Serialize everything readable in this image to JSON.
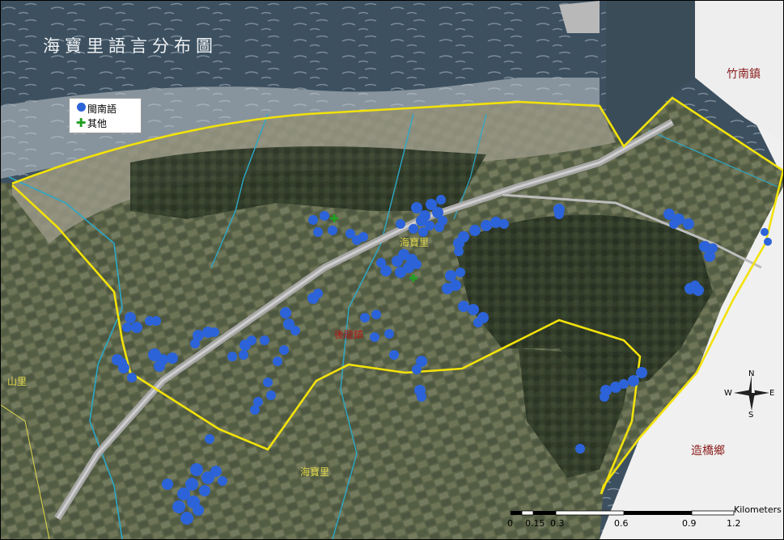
{
  "title": "海寶里語言分布圖",
  "legend": [
    {
      "label": "閩南語",
      "symbol": "blue-dot-icon",
      "color": "#2c63d8"
    },
    {
      "label": "其他",
      "symbol": "green-plus-icon",
      "color": "#22a022"
    }
  ],
  "places": {
    "zhunan": "竹南鎮",
    "zaoqiao": "造橋鄉",
    "haibao_li": "海寶里",
    "haibao_li_south": "海寶里",
    "houlong_town": "後龍鎮",
    "shan_li": "山里"
  },
  "scale": {
    "unit": "Kilometers",
    "ticks": [
      "0",
      "0.15",
      "0.3",
      "0.6",
      "0.9",
      "1.2"
    ]
  },
  "compass": {
    "n": "N",
    "s": "S",
    "e": "E",
    "w": "W"
  },
  "colors": {
    "sea": "#3a4d5c",
    "land": "#59604a",
    "boundary": "#f2e20a",
    "river": "#2aa8c8",
    "highway": "#9a9a9a",
    "marker_minnan": "#2c63d8",
    "marker_other": "#22a022"
  }
}
